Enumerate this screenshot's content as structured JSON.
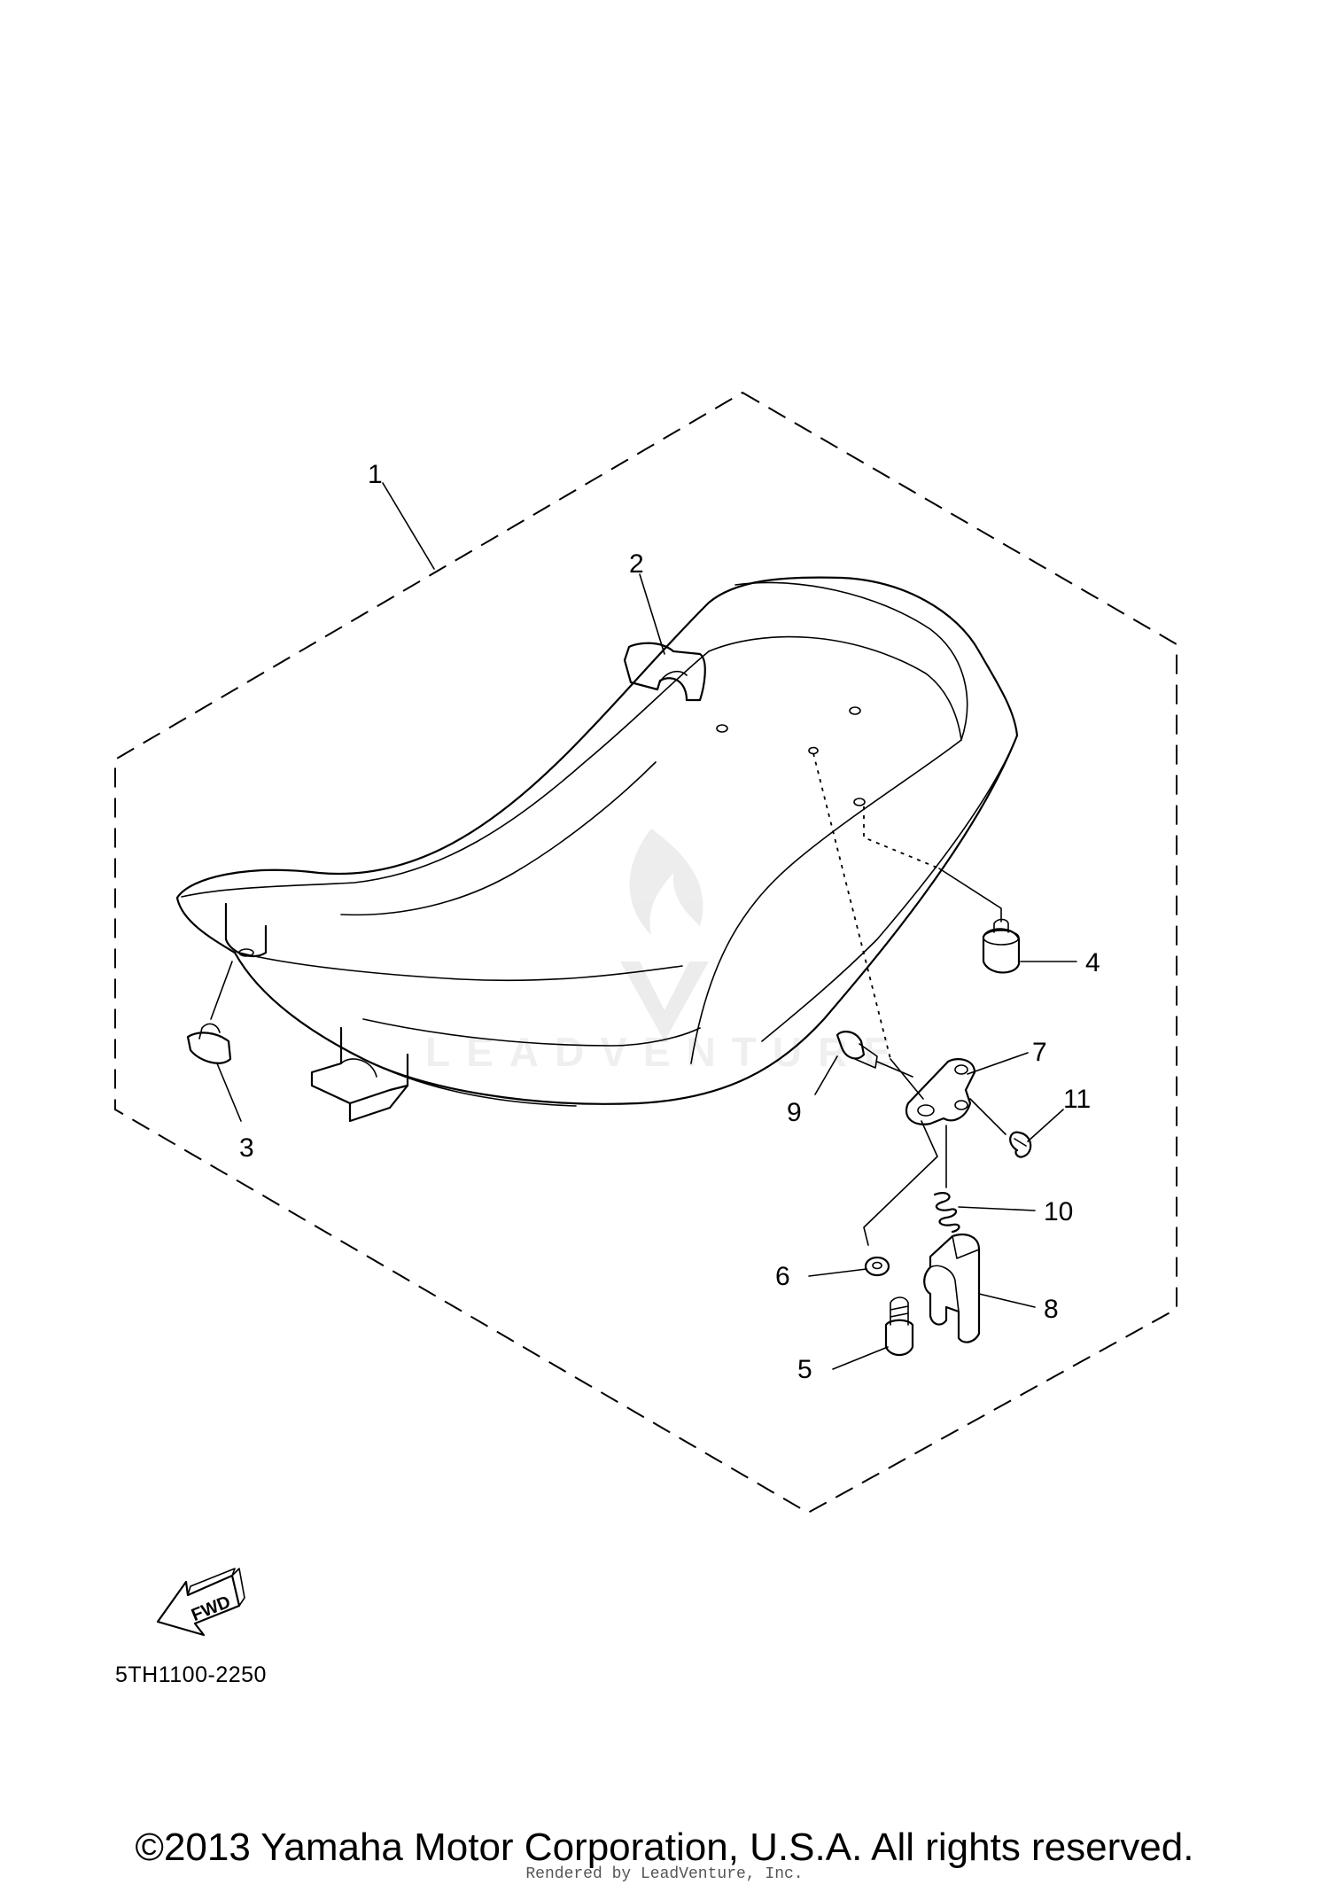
{
  "callouts": [
    {
      "id": "1",
      "label": "1"
    },
    {
      "id": "2",
      "label": "2"
    },
    {
      "id": "3",
      "label": "3"
    },
    {
      "id": "4",
      "label": "4"
    },
    {
      "id": "5",
      "label": "5"
    },
    {
      "id": "6",
      "label": "6"
    },
    {
      "id": "7",
      "label": "7"
    },
    {
      "id": "8",
      "label": "8"
    },
    {
      "id": "9",
      "label": "9"
    },
    {
      "id": "10",
      "label": "10"
    },
    {
      "id": "11",
      "label": "11"
    }
  ],
  "fwd_label": "FWD",
  "diagram_code": "5TH1100-2250",
  "watermark": "LEADVENTURE",
  "copyright": "©2013 Yamaha Motor Corporation, U.S.A. All rights reserved.",
  "rendered_by": "Rendered by LeadVenture, Inc.",
  "colors": {
    "line": "#000000",
    "background": "#ffffff"
  }
}
